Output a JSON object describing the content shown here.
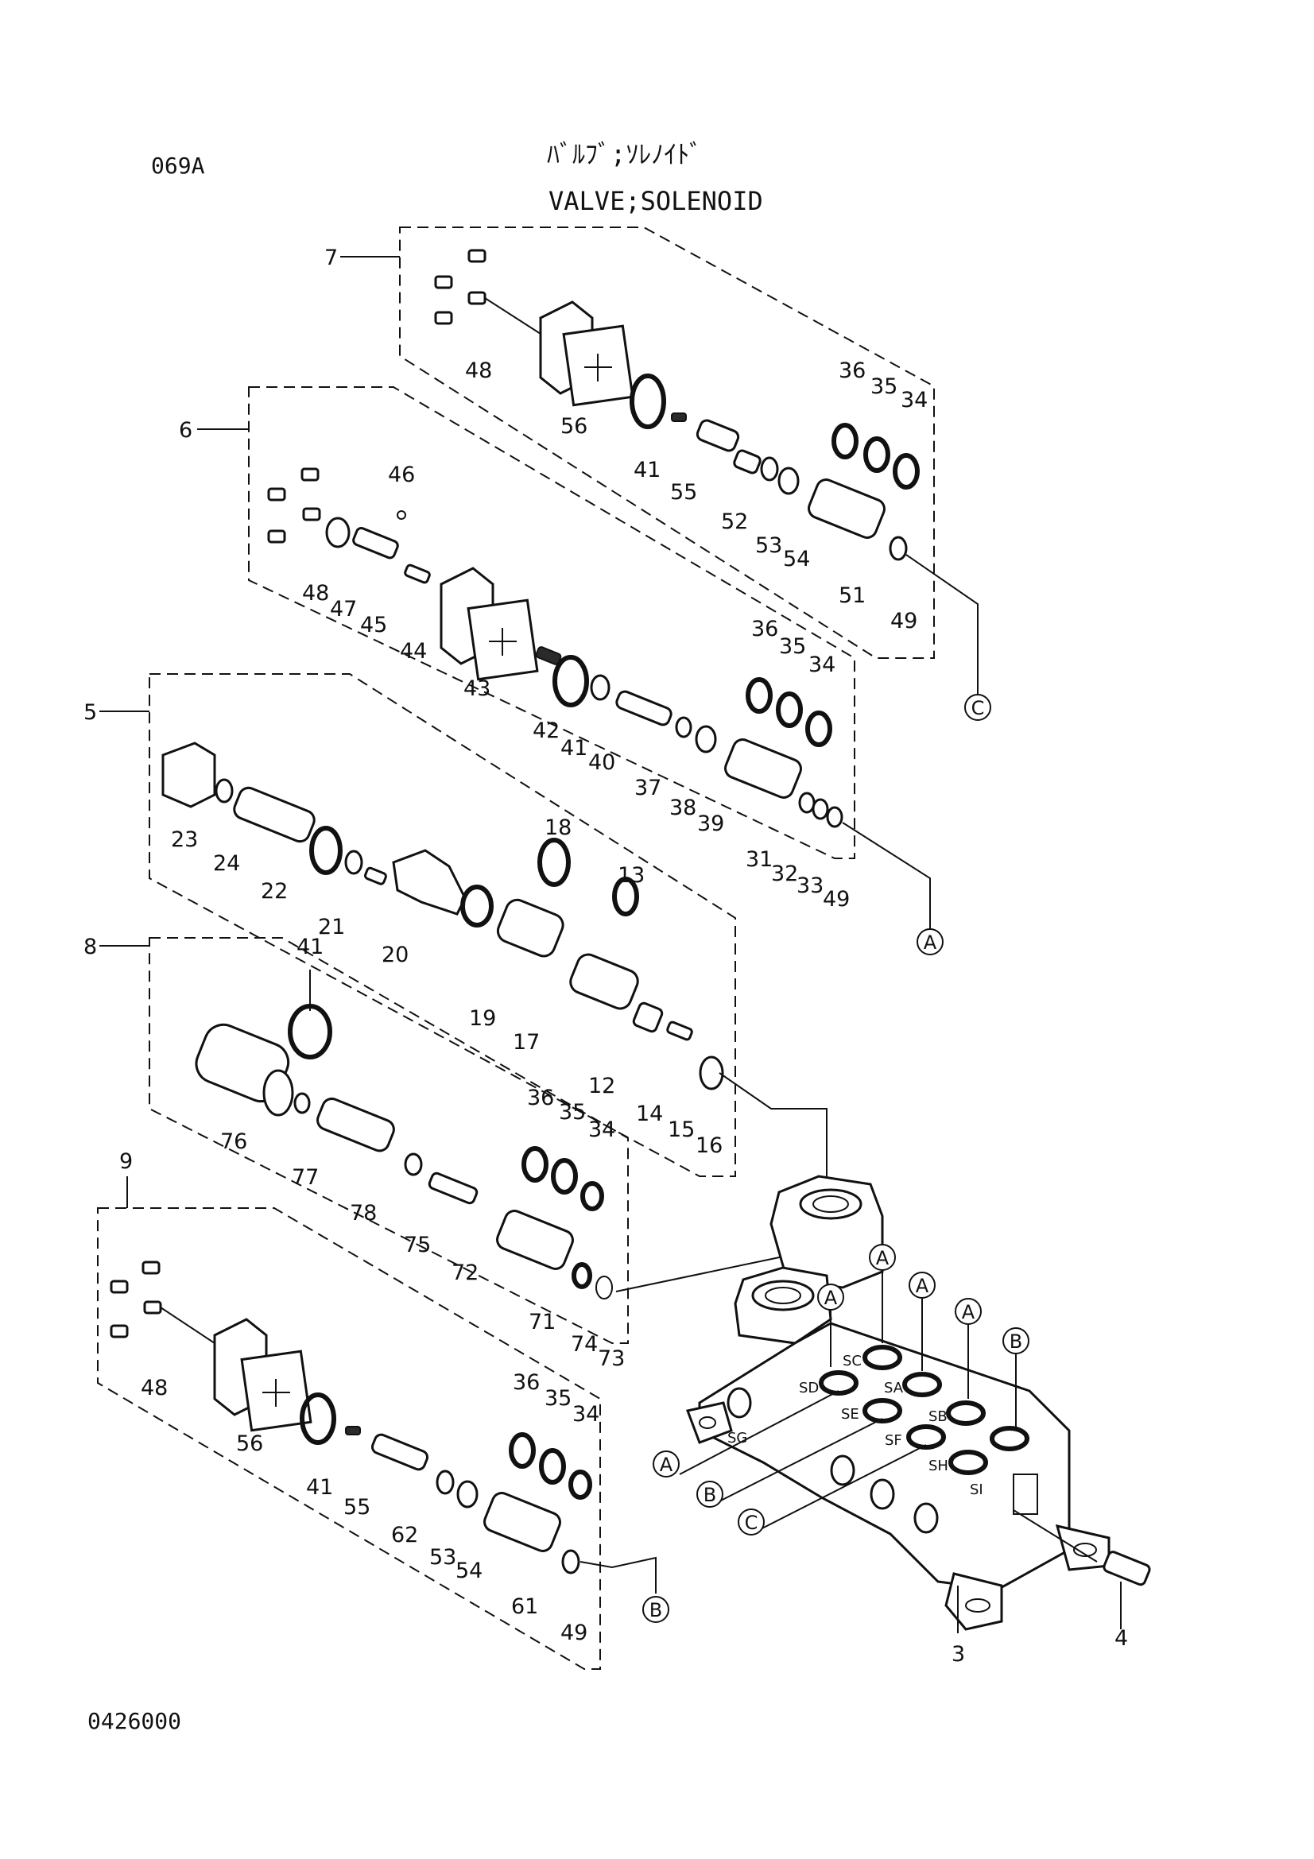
{
  "header": {
    "page_code": "069A",
    "title_jp": "ﾊﾞﾙﾌﾞ;ｿﾚﾉｲﾄﾞ",
    "title_en": "VALVE;SOLENOID",
    "drawing_number": "0426000"
  },
  "assemblies": [
    "7",
    "6",
    "5",
    "8",
    "9"
  ],
  "callouts": {
    "A": "A",
    "B": "B",
    "C": "C"
  },
  "port_markings": [
    "SD",
    "SC",
    "SA",
    "SB",
    "SE",
    "SF",
    "SH",
    "SI",
    "SG"
  ],
  "part_numbers": {
    "a7": [
      "48",
      "56",
      "41",
      "55",
      "52",
      "53",
      "54",
      "51",
      "49",
      "36",
      "35",
      "34"
    ],
    "a6": [
      "46",
      "48",
      "47",
      "45",
      "44",
      "43",
      "42",
      "41",
      "40",
      "37",
      "38",
      "39",
      "31",
      "32",
      "33",
      "49",
      "36",
      "35",
      "34"
    ],
    "a5": [
      "23",
      "24",
      "22",
      "21",
      "20",
      "19",
      "18",
      "17",
      "13",
      "12",
      "14",
      "15",
      "16"
    ],
    "a8": [
      "41",
      "76",
      "77",
      "78",
      "75",
      "72",
      "71",
      "74",
      "73",
      "36",
      "35",
      "34"
    ],
    "a9": [
      "48",
      "56",
      "41",
      "55",
      "62",
      "53",
      "54",
      "61",
      "49",
      "36",
      "35",
      "34"
    ],
    "body": [
      "3",
      "4"
    ]
  }
}
